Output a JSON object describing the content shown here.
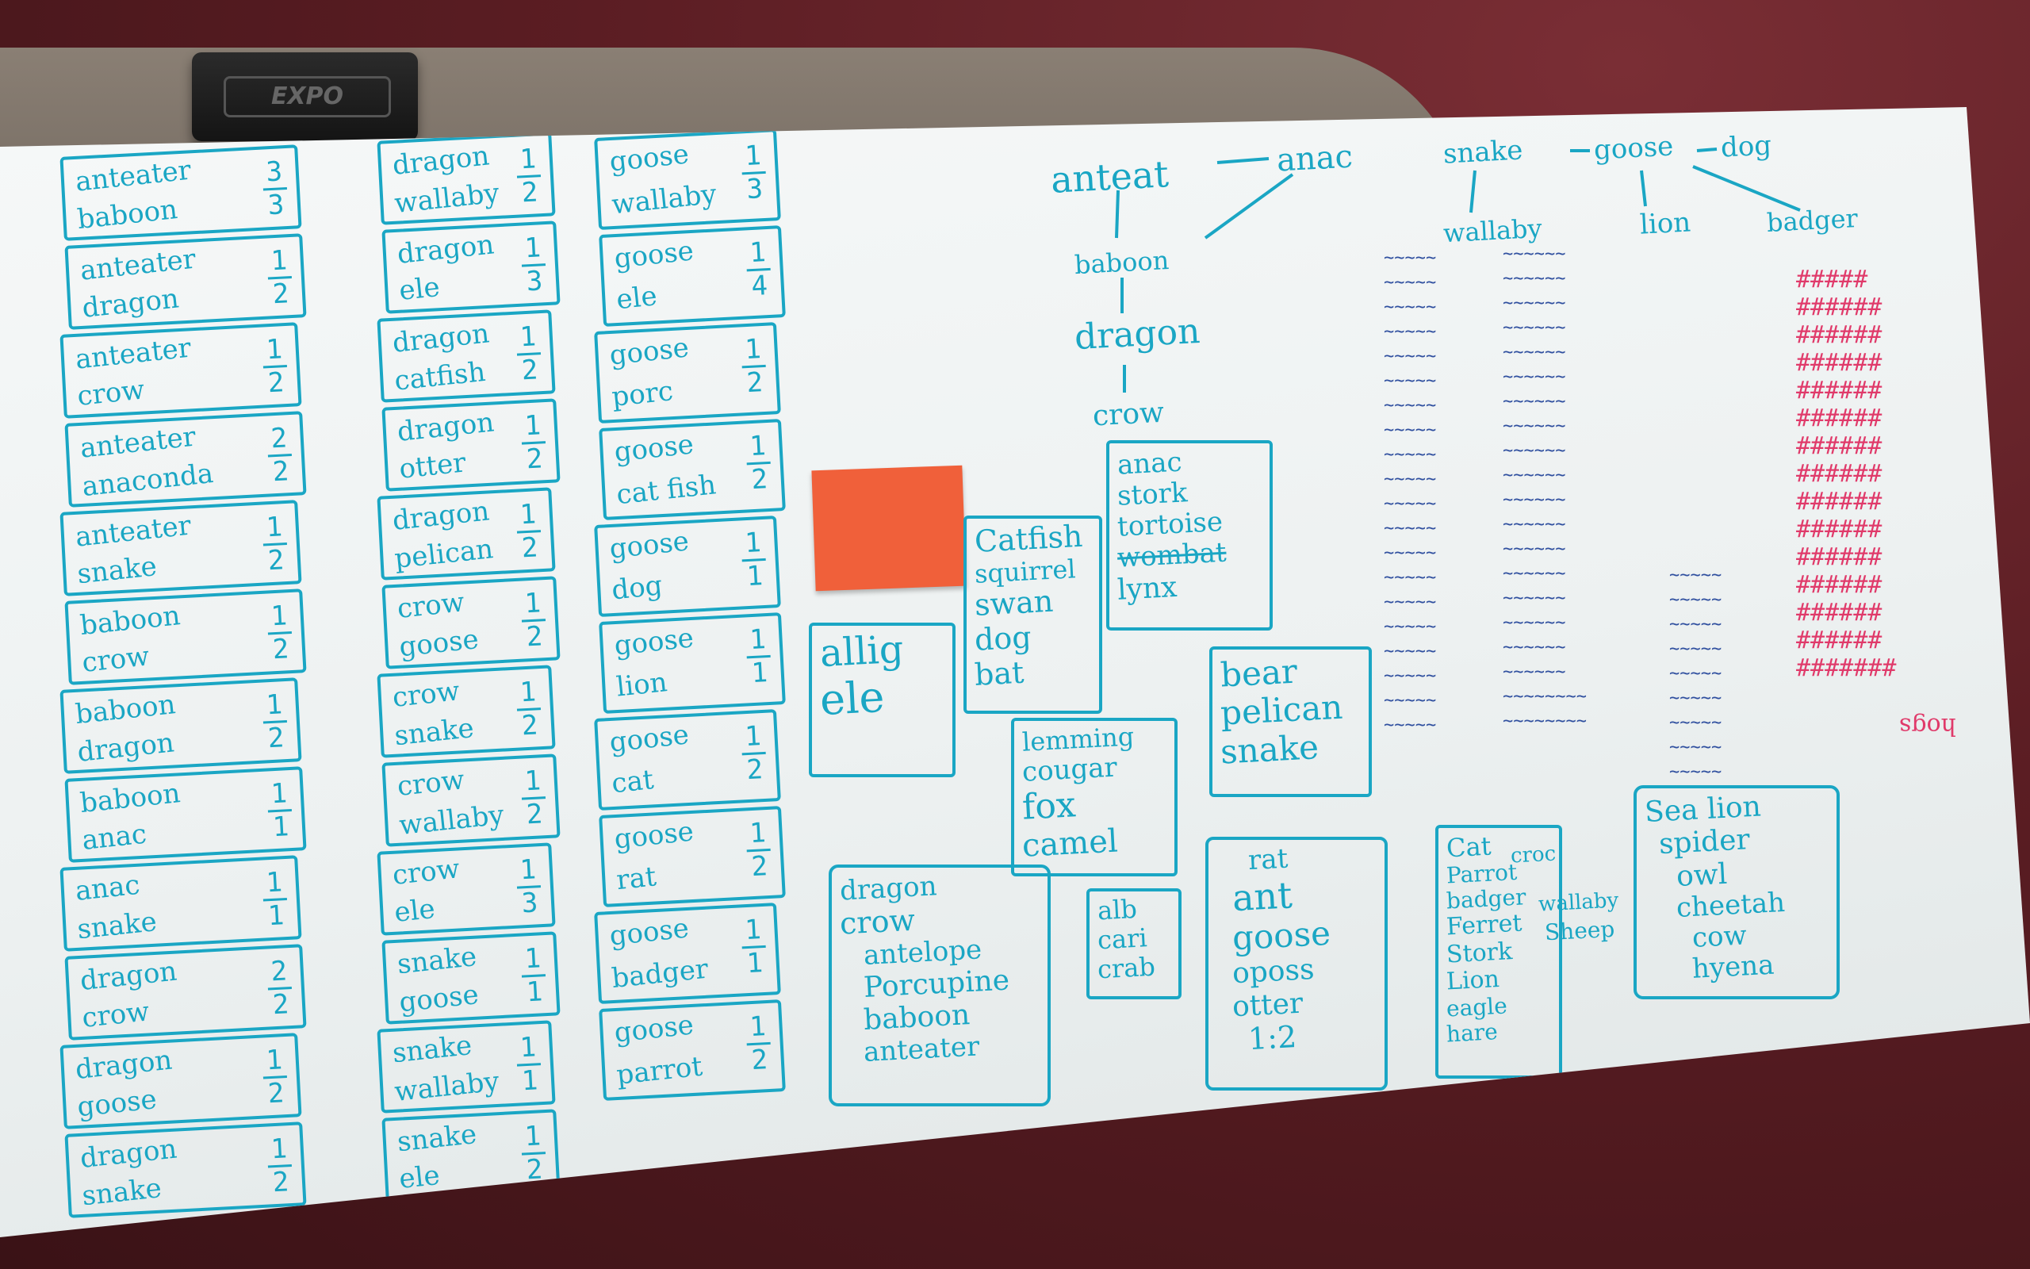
{
  "eraser": {
    "brand": "EXPO"
  },
  "column_1": [
    {
      "line1": "anteater",
      "line2": "baboon",
      "num": "3",
      "den": "3"
    },
    {
      "line1": "anteater",
      "line2": "dragon",
      "num": "1",
      "den": "2"
    },
    {
      "line1": "anteater",
      "line2": "crow",
      "num": "1",
      "den": "2"
    },
    {
      "line1": "anteater",
      "line2": "anaconda",
      "num": "2",
      "den": "2"
    },
    {
      "line1": "anteater",
      "line2": "snake",
      "num": "1",
      "den": "2"
    },
    {
      "line1": "baboon",
      "line2": "crow",
      "num": "1",
      "den": "2"
    },
    {
      "line1": "baboon",
      "line2": "dragon",
      "num": "1",
      "den": "2"
    },
    {
      "line1": "baboon",
      "line2": "anac",
      "num": "1",
      "den": "1"
    },
    {
      "line1": "anac",
      "line2": "snake",
      "num": "1",
      "den": "1"
    },
    {
      "line1": "dragon",
      "line2": "crow",
      "num": "2",
      "den": "2"
    },
    {
      "line1": "dragon",
      "line2": "goose",
      "num": "1",
      "den": "2"
    },
    {
      "line1": "dragon",
      "line2": "snake",
      "num": "1",
      "den": "2"
    }
  ],
  "column_2": [
    {
      "line1": "dragon",
      "line2": "wallaby",
      "num": "1",
      "den": "2"
    },
    {
      "line1": "dragon",
      "line2": "ele",
      "num": "1",
      "den": "3"
    },
    {
      "line1": "dragon",
      "line2": "catfish",
      "num": "1",
      "den": "2"
    },
    {
      "line1": "dragon",
      "line2": "otter",
      "num": "1",
      "den": "2"
    },
    {
      "line1": "dragon",
      "line2": "pelican",
      "num": "1",
      "den": "2"
    },
    {
      "line1": "crow",
      "line2": "goose",
      "num": "1",
      "den": "2"
    },
    {
      "line1": "crow",
      "line2": "snake",
      "num": "1",
      "den": "2"
    },
    {
      "line1": "crow",
      "line2": "wallaby",
      "num": "1",
      "den": "2"
    },
    {
      "line1": "crow",
      "line2": "ele",
      "num": "1",
      "den": "3"
    },
    {
      "line1": "snake",
      "line2": "goose",
      "num": "1",
      "den": "1"
    },
    {
      "line1": "snake",
      "line2": "wallaby",
      "num": "1",
      "den": "1"
    },
    {
      "line1": "snake",
      "line2": "ele",
      "num": "1",
      "den": "2"
    }
  ],
  "column_3": [
    {
      "line1": "goose",
      "line2": "wallaby",
      "num": "1",
      "den": "3"
    },
    {
      "line1": "goose",
      "line2": "ele",
      "num": "1",
      "den": "4"
    },
    {
      "line1": "goose",
      "line2": "porc",
      "num": "1",
      "den": "2"
    },
    {
      "line1": "goose",
      "line2": "cat fish",
      "num": "1",
      "den": "2"
    },
    {
      "line1": "goose",
      "line2": "dog",
      "num": "1",
      "den": "1"
    },
    {
      "line1": "goose",
      "line2": "lion",
      "num": "1",
      "den": "1"
    },
    {
      "line1": "goose",
      "line2": "cat",
      "num": "1",
      "den": "2"
    },
    {
      "line1": "goose",
      "line2": "rat",
      "num": "1",
      "den": "2"
    },
    {
      "line1": "goose",
      "line2": "badger",
      "num": "1",
      "den": "1"
    },
    {
      "line1": "goose",
      "line2": "parrot",
      "num": "1",
      "den": "2"
    }
  ],
  "tree_1": {
    "root": "anteat",
    "branch": "anac",
    "chain": [
      "baboon",
      "dragon",
      "crow"
    ]
  },
  "tree_2": {
    "root": "snake",
    "mid": "goose",
    "end": "dog",
    "children": [
      "wallaby",
      "lion",
      "badger"
    ],
    "footer": "hogs"
  },
  "boxes": {
    "allig": [
      "allig",
      "ele"
    ],
    "catfish": [
      "Catfish",
      "squirrel",
      "swan",
      "dog",
      "bat"
    ],
    "anac": [
      "anac",
      "stork",
      "tortoise",
      "wombat",
      "lynx"
    ],
    "bear": [
      "bear",
      "pelican",
      "snake"
    ],
    "lemming": [
      "lemming",
      "cougar",
      "fox",
      "camel"
    ],
    "dragon": [
      "dragon",
      "crow",
      "antelope",
      "Porcupine",
      "baboon",
      "anteater"
    ],
    "alb": [
      "alb",
      "cari",
      "crab"
    ],
    "rat": [
      "rat",
      "ant",
      "goose",
      "oposs",
      "otter",
      "1:2"
    ],
    "cat": [
      "Cat",
      "Parrot",
      "badger",
      "Ferret",
      "Stork",
      "Lion",
      "eagle",
      "hare"
    ],
    "croc": [
      "croc",
      "wallaby",
      "Sheep"
    ],
    "sealion": [
      "Sea lion",
      "spider",
      "owl",
      "cheetah",
      "cow",
      "hyena"
    ]
  },
  "colors": {
    "marker_blue": "#1aa6c4",
    "marker_navy": "#2f4f9f",
    "marker_pink": "#e03a6a",
    "sticky": "#f0603a"
  }
}
